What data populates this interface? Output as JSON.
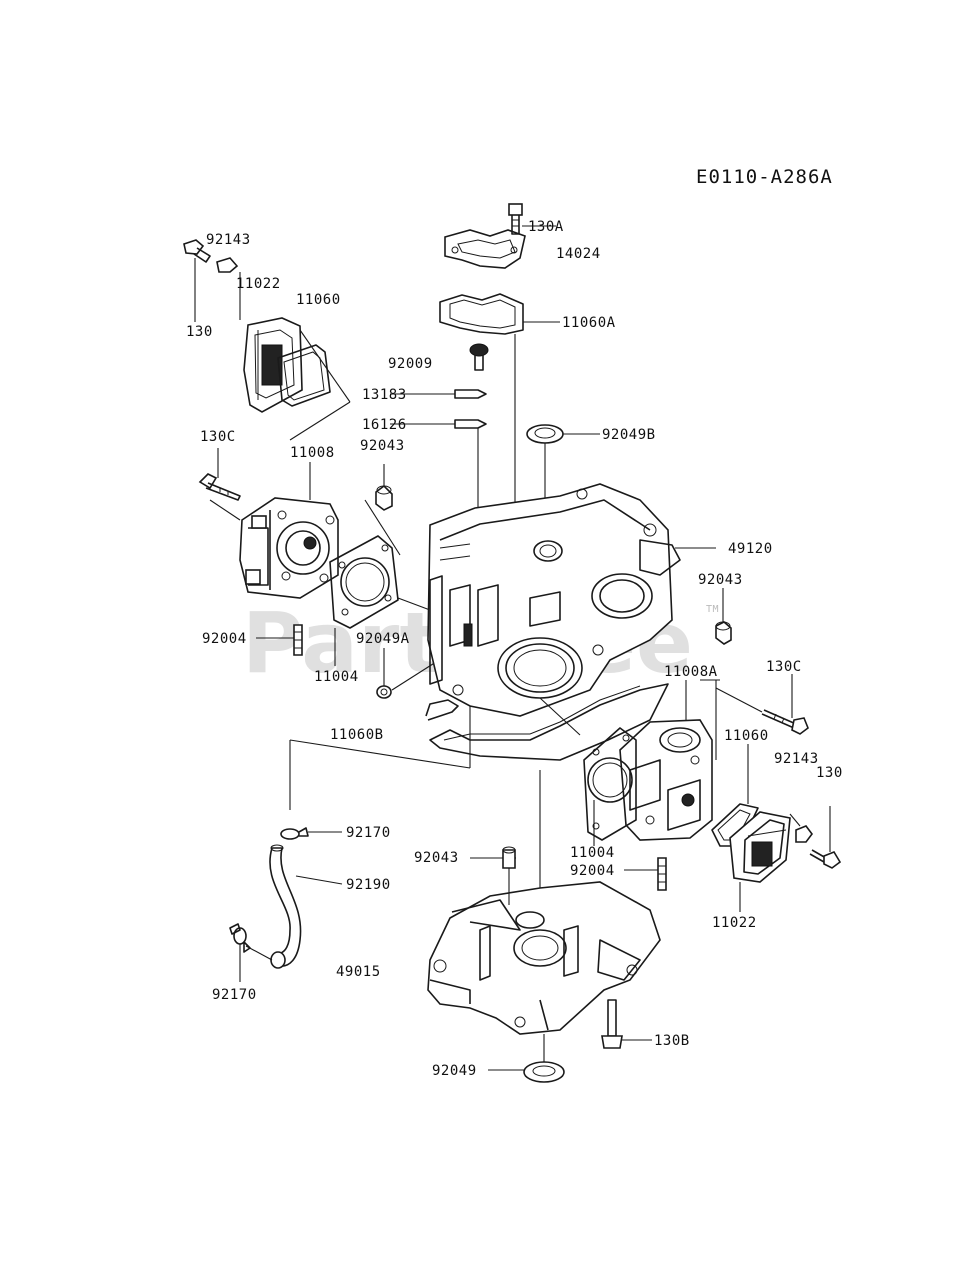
{
  "diagram_code": "E0110-A286A",
  "watermark": "PartsTree",
  "watermark_tm": "TM",
  "labels": {
    "p130a": "130A",
    "p14024": "14024",
    "p92143_top": "92143",
    "p11022_top": "11022",
    "p11060_top": "11060",
    "p130_top": "130",
    "p11060a": "11060A",
    "p92009": "92009",
    "p13183": "13183",
    "p16126": "16126",
    "p92049b": "92049B",
    "p130c_left": "130C",
    "p11008": "11008",
    "p92043_left": "92043",
    "p49120": "49120",
    "p92043_right": "92043",
    "p92004_left": "92004",
    "p92049a": "92049A",
    "p11004_left": "11004",
    "p11008a": "11008A",
    "p130c_right": "130C",
    "p11060b": "11060B",
    "p11060_right": "11060",
    "p92143_right": "92143",
    "p130_right": "130",
    "p92170_top": "92170",
    "p11004_right": "11004",
    "p92043_bottom": "92043",
    "p92004_right": "92004",
    "p92190": "92190",
    "p11022_right": "11022",
    "p49015": "49015",
    "p92170_bottom": "92170",
    "p130b": "130B",
    "p92049": "92049"
  }
}
